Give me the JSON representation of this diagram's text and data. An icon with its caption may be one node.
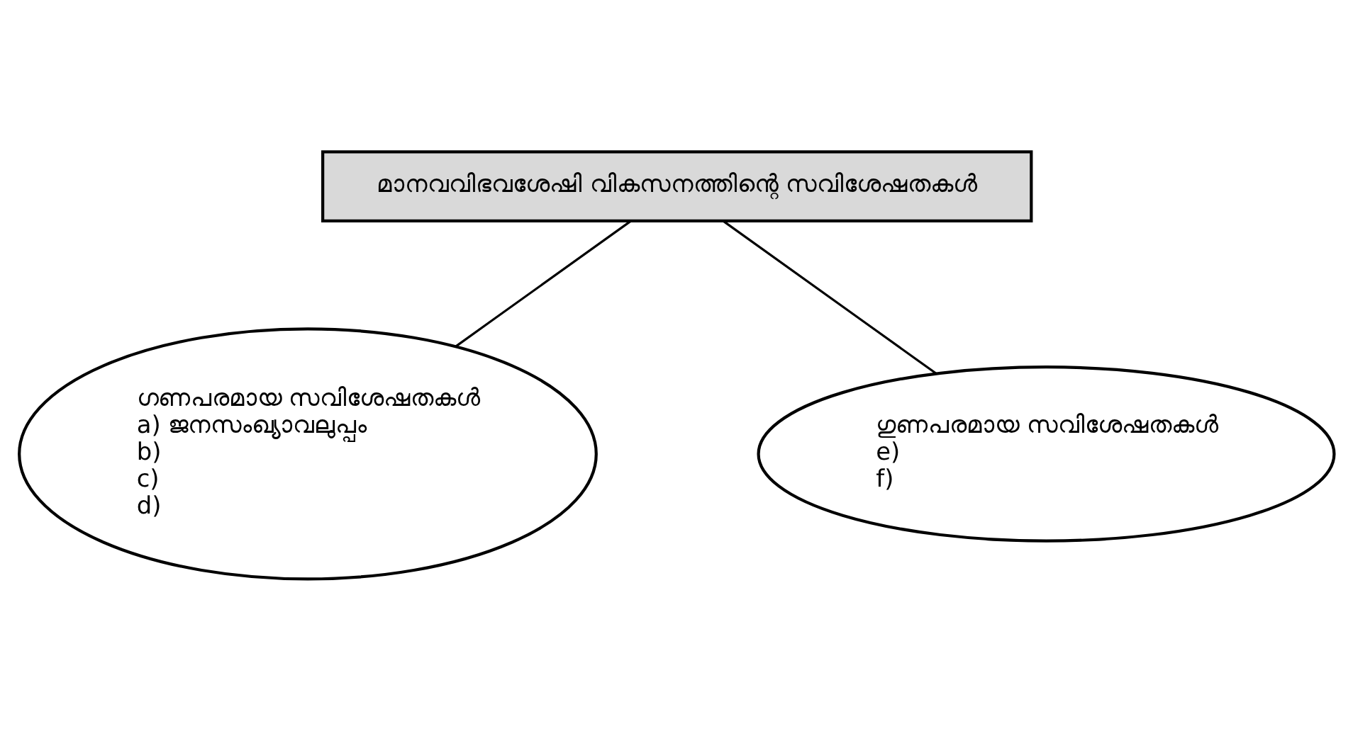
{
  "diagram": {
    "nodes": [
      {
        "text": [
          "മാനവവിഭവശേഷി വികസനത്തിന്റെ സവിശേഷതകൾ"
        ]
      },
      {
        "text": [
          "ഗണപരമായ സവിശേഷതകൾ",
          "a) ജനസംഖ്യാവലുപ്പം",
          "b)",
          "c)",
          "d)"
        ]
      },
      {
        "text": [
          "ഗുണപരമായ സവിശേഷതകൾ",
          "e)",
          "f)"
        ]
      }
    ],
    "edges": [
      {
        "from": 0,
        "to": 1,
        "arrow": "none"
      },
      {
        "from": 0,
        "to": 2,
        "arrow": "none"
      }
    ]
  }
}
